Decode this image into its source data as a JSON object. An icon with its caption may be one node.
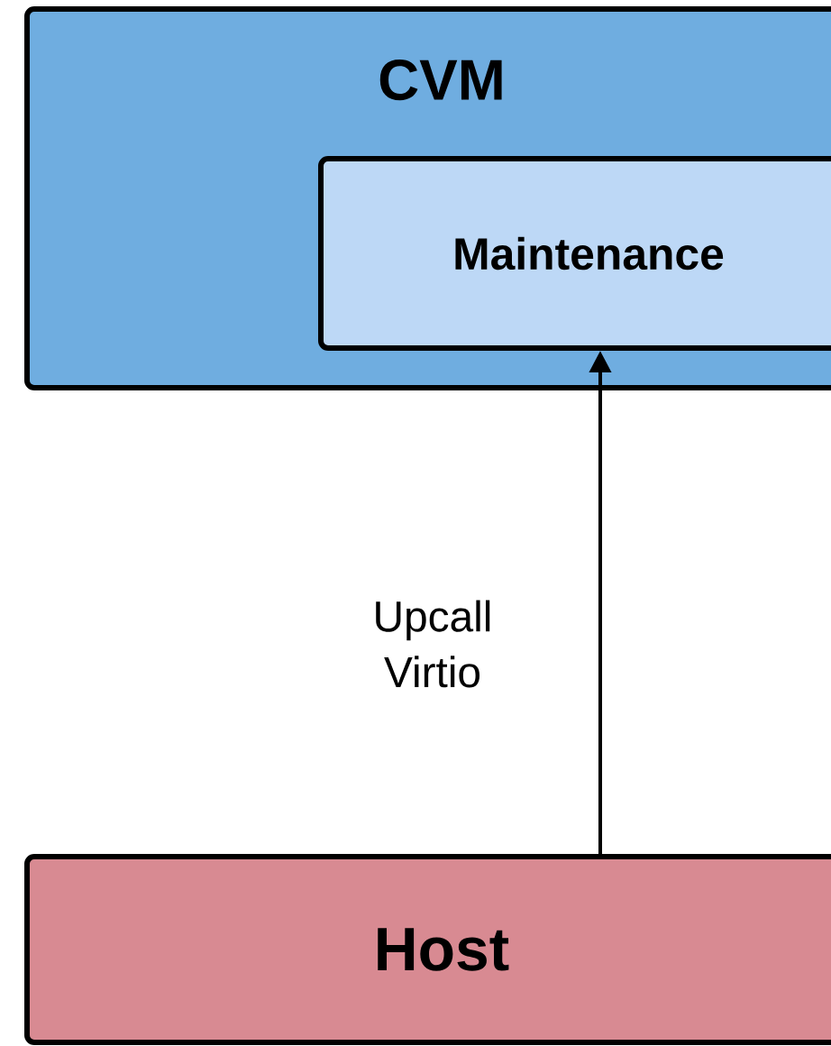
{
  "diagram": {
    "nodes": [
      {
        "text": [
          "CVM"
        ]
      },
      {
        "text": [
          "Maintenance"
        ],
        "in": 0
      },
      {
        "text": [
          "Host"
        ]
      }
    ],
    "edges": [
      {
        "from": 2,
        "to": 1,
        "arrow": "to",
        "label": "Upcall Virtio"
      }
    ]
  }
}
